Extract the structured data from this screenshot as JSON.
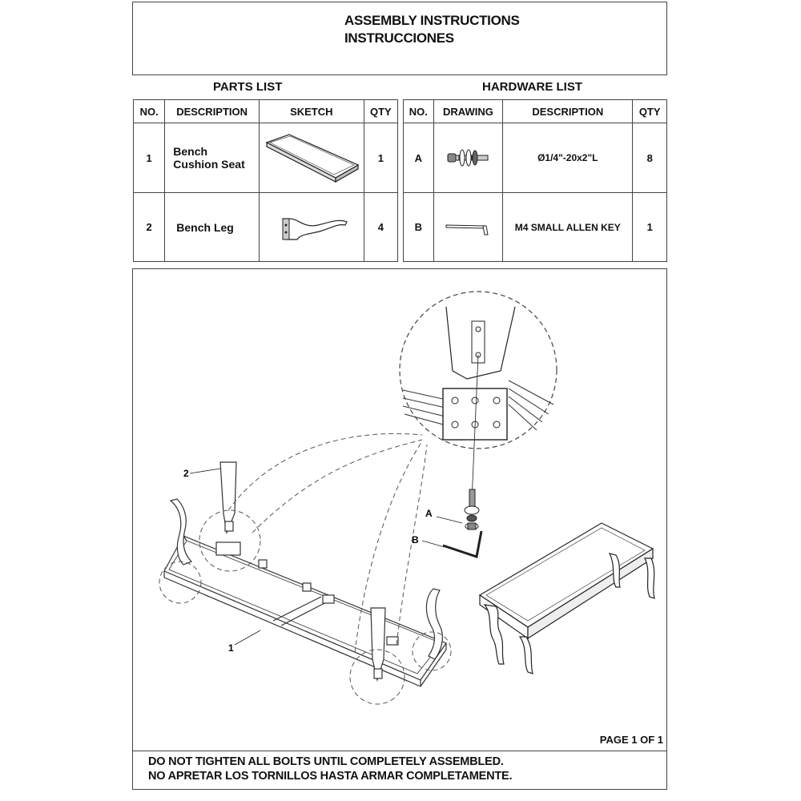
{
  "header": {
    "title_en": "ASSEMBLY INSTRUCTIONS",
    "title_es": "INSTRUCCIONES"
  },
  "parts_list": {
    "heading": "PARTS LIST",
    "columns": [
      "NO.",
      "DESCRIPTION",
      "SKETCH",
      "QTY"
    ],
    "rows": [
      {
        "no": "1",
        "description_line1": "Bench",
        "description_line2": "Cushion Seat",
        "sketch_icon": "bench-seat-sketch-icon",
        "qty": "1"
      },
      {
        "no": "2",
        "description_line1": "Bench  Leg",
        "description_line2": "",
        "sketch_icon": "bench-leg-sketch-icon",
        "qty": "4"
      }
    ]
  },
  "hardware_list": {
    "heading": "HARDWARE LIST",
    "columns": [
      "NO.",
      "DRAWING",
      "DESCRIPTION",
      "QTY"
    ],
    "rows": [
      {
        "no": "A",
        "drawing_icon": "bolt-washer-icon",
        "description": "Ø1/4\"-20x2\"L",
        "qty": "8"
      },
      {
        "no": "B",
        "drawing_icon": "allen-key-icon",
        "description": "M4 SMALL ALLEN KEY",
        "qty": "1"
      }
    ]
  },
  "diagram": {
    "labels": {
      "seat": "1",
      "leg": "2",
      "bolt": "A",
      "key": "B"
    }
  },
  "page_number": "PAGE 1 OF 1",
  "footer": {
    "warning_en": "DO NOT TIGHTEN ALL BOLTS UNTIL COMPLETELY ASSEMBLED.",
    "warning_es": "NO APRETAR LOS TORNILLOS HASTA ARMAR COMPLETAMENTE."
  }
}
